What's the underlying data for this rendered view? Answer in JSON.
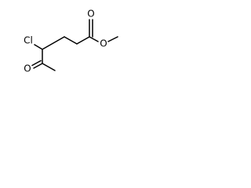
{
  "molecule": {
    "atom_labels": {
      "chlorine": "Cl",
      "ketone_oxygen": "O",
      "carbonyl_oxygen": "O",
      "ester_oxygen": "O"
    }
  }
}
